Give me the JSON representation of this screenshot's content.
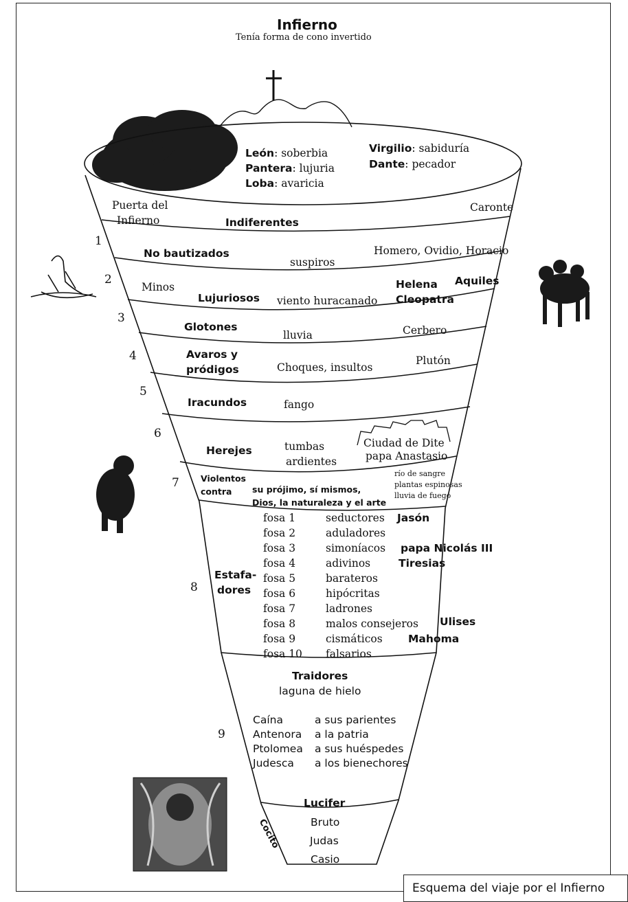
{
  "title": "Infierno",
  "subtitle": "Tenía forma de cono invertido",
  "caption": "Esquema del viaje por el Infierno",
  "intro": {
    "leon_name": "León",
    "leon_sin": ": soberbia",
    "pantera_name": "Pantera",
    "pantera_sin": ": lujuria",
    "loba_name": "Loba",
    "loba_sin": ": avaricia",
    "virgilio_name": "Virgilio",
    "virgilio_role": ": sabiduría",
    "dante_name": "Dante",
    "dante_role": ": pecador"
  },
  "vestibule": {
    "gate_line1": "Puerta del",
    "gate_line2": "Infierno",
    "group": "Indiferentes",
    "guardian": "Caronte"
  },
  "circles": {
    "c1": {
      "num": "1",
      "name": "No bautizados",
      "punishment": "suspiros",
      "figures": "Homero, Ovidio, Horacio"
    },
    "c2": {
      "num": "2",
      "name": "Lujuriosos",
      "punishment": "viento huracanado",
      "guardian": "Minos",
      "fig1": "Helena",
      "fig2": "Cleopatra",
      "fig3": "Aquiles"
    },
    "c3": {
      "num": "3",
      "name": "Glotones",
      "punishment": "lluvia",
      "guardian": "Cerbero"
    },
    "c4": {
      "num": "4",
      "name_line1": "Avaros y",
      "name_line2": "pródigos",
      "punishment": "Choques, insultos",
      "guardian": "Plutón"
    },
    "c5": {
      "num": "5",
      "name": "Iracundos",
      "punishment": "fango"
    },
    "c6": {
      "num": "6",
      "name": "Herejes",
      "punishment_line1": "tumbas",
      "punishment_line2": "ardientes",
      "place": "Ciudad de Dite",
      "figure": "papa Anastasio"
    },
    "c7": {
      "num": "7",
      "name_line1": "Violentos",
      "name_line2": "contra",
      "targets_line1": "su prójimo, sí mismos,",
      "targets_line2": "Dios, la naturaleza y el arte",
      "p1": "río de sangre",
      "p2": "plantas espinosas",
      "p3": "lluvia de fuego"
    },
    "c8": {
      "num": "8",
      "name_line1": "Estafa-",
      "name_line2": "dores"
    },
    "c9": {
      "num": "9",
      "name": "Traidores",
      "punishment": "laguna de hielo",
      "river": "Cocito",
      "center": "Lucifer",
      "sinner1": "Bruto",
      "sinner2": "Judas",
      "sinner3": "Casio"
    }
  },
  "fosas": [
    {
      "label": "fosa 1",
      "sin": "seductores",
      "figure": "Jasón"
    },
    {
      "label": "fosa 2",
      "sin": "aduladores",
      "figure": ""
    },
    {
      "label": "fosa 3",
      "sin": "simoníacos",
      "figure": "papa Nicolás III"
    },
    {
      "label": "fosa 4",
      "sin": "adivinos",
      "figure": "Tiresias"
    },
    {
      "label": "fosa 5",
      "sin": "barateros",
      "figure": ""
    },
    {
      "label": "fosa 6",
      "sin": "hipócritas",
      "figure": ""
    },
    {
      "label": "fosa 7",
      "sin": "ladrones",
      "figure": ""
    },
    {
      "label": "fosa 8",
      "sin": "malos consejeros",
      "figure": "Ulises"
    },
    {
      "label": "fosa 9",
      "sin": "cismáticos",
      "figure": "Mahoma"
    },
    {
      "label": "fosa 10",
      "sin": "falsarios",
      "figure": ""
    }
  ],
  "zones": [
    {
      "name": "Caína",
      "traitors": "a sus parientes"
    },
    {
      "name": "Antenora",
      "traitors": "a la patria"
    },
    {
      "name": "Ptolomea",
      "traitors": "a sus huéspedes"
    },
    {
      "name": "Judesca",
      "traitors": "a los bienechores"
    }
  ]
}
